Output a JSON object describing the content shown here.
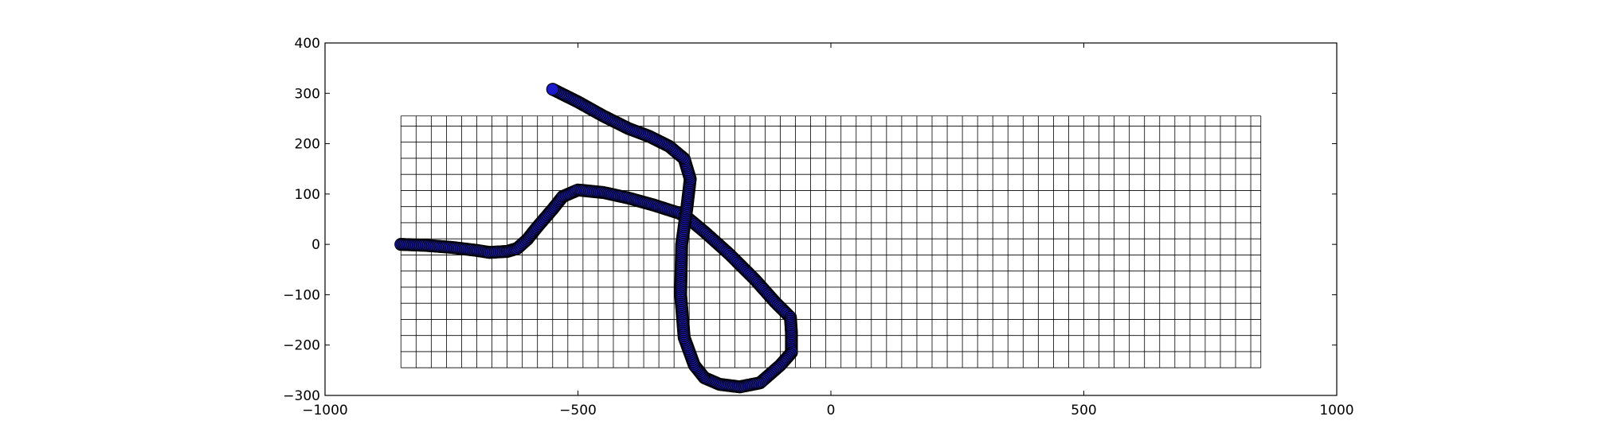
{
  "chart_data": {
    "type": "scatter",
    "title": "",
    "xlabel": "",
    "ylabel": "",
    "xlim": [
      -1000,
      1000
    ],
    "ylim": [
      -300,
      400
    ],
    "x_ticks": [
      -1000,
      -500,
      0,
      500,
      1000
    ],
    "x_tick_labels": [
      "−1000",
      "−500",
      "0",
      "500",
      "1000"
    ],
    "y_ticks": [
      -300,
      -200,
      -100,
      0,
      100,
      200,
      300,
      400
    ],
    "y_tick_labels": [
      "−300",
      "−200",
      "−100",
      "0",
      "100",
      "200",
      "300",
      "400"
    ],
    "grid": {
      "x_min": -850,
      "x_max": 850,
      "x_step": 30,
      "y_min": -245,
      "y_max": 255,
      "y_step": 32,
      "color": "#000000"
    },
    "series": [
      {
        "marker_fill": "#1a1acc",
        "marker_edge": "#000000",
        "points": [
          [
            -850,
            0
          ],
          [
            -800,
            -2
          ],
          [
            -750,
            -6
          ],
          [
            -700,
            -12
          ],
          [
            -675,
            -16
          ],
          [
            -640,
            -14
          ],
          [
            -620,
            -8
          ],
          [
            -600,
            10
          ],
          [
            -580,
            35
          ],
          [
            -550,
            70
          ],
          [
            -530,
            95
          ],
          [
            -500,
            108
          ],
          [
            -450,
            103
          ],
          [
            -400,
            92
          ],
          [
            -350,
            78
          ],
          [
            -300,
            62
          ],
          [
            -280,
            50
          ],
          [
            -250,
            25
          ],
          [
            -200,
            -20
          ],
          [
            -150,
            -70
          ],
          [
            -110,
            -115
          ],
          [
            -80,
            -145
          ],
          [
            -78,
            -175
          ],
          [
            -78,
            -215
          ],
          [
            -100,
            -240
          ],
          [
            -140,
            -275
          ],
          [
            -180,
            -283
          ],
          [
            -220,
            -278
          ],
          [
            -250,
            -265
          ],
          [
            -270,
            -240
          ],
          [
            -290,
            -185
          ],
          [
            -297,
            -100
          ],
          [
            -295,
            0
          ],
          [
            -285,
            70
          ],
          [
            -278,
            130
          ],
          [
            -290,
            170
          ],
          [
            -320,
            195
          ],
          [
            -360,
            215
          ],
          [
            -400,
            230
          ],
          [
            -450,
            255
          ],
          [
            -500,
            283
          ],
          [
            -550,
            308
          ]
        ]
      }
    ]
  }
}
